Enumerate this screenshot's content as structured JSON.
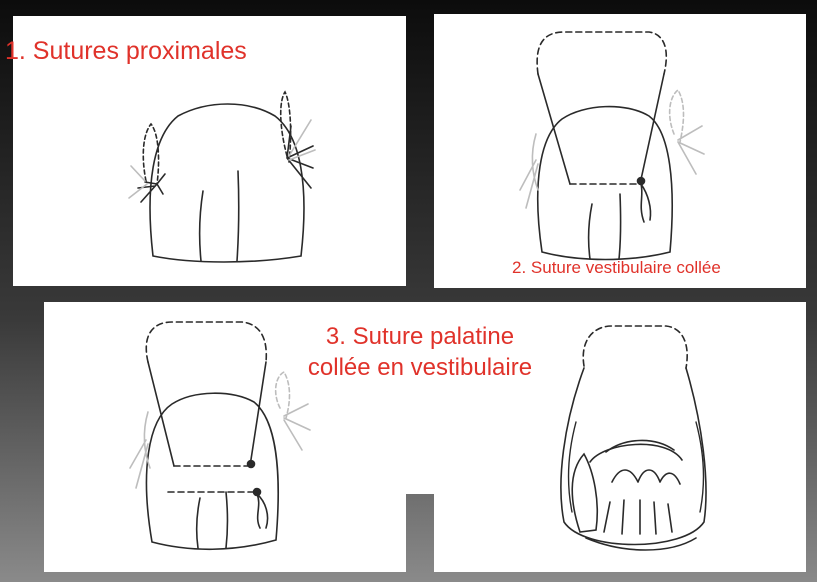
{
  "captions": {
    "c1": "1. Sutures proximales",
    "c2": "2. Suture vestibulaire collée",
    "c3": "3. Suture palatine collée en vestibulaire"
  },
  "colors": {
    "caption": "#e0322a",
    "line": "#2a2a2a",
    "faint": "#bdbdbd",
    "panel": "#ffffff"
  },
  "panels": [
    {
      "name": "sutures-proximales-diagram",
      "caption": "1. Sutures proximales"
    },
    {
      "name": "suture-vestibulaire-diagram",
      "caption": "2. Suture vestibulaire collée"
    },
    {
      "name": "suture-palatine-diagram",
      "caption": "3. Suture palatine collée en vestibulaire"
    },
    {
      "name": "tooth-palatal-view-diagram",
      "caption": ""
    }
  ]
}
